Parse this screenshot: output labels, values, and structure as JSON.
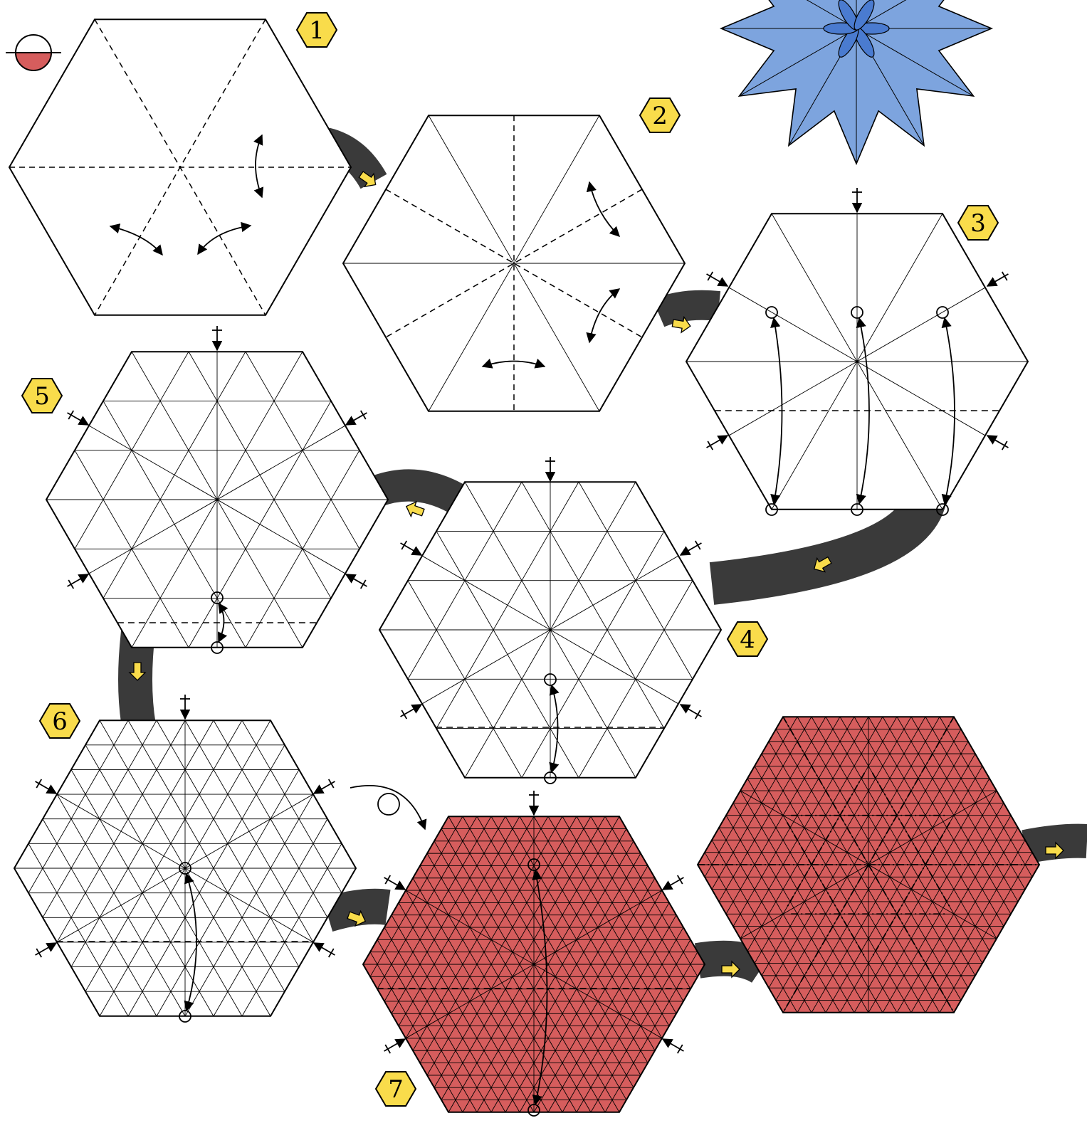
{
  "steps": [
    {
      "number": "1"
    },
    {
      "number": "2"
    },
    {
      "number": "3"
    },
    {
      "number": "4"
    },
    {
      "number": "5"
    },
    {
      "number": "6"
    },
    {
      "number": "7"
    }
  ],
  "colors": {
    "paper_front": "#ffffff",
    "paper_back": "#d65d5d",
    "badge": "#f9dc4b",
    "connector": "#3a3a3a",
    "model": "#7da4de",
    "arrow_fill": "#f9dc4b"
  },
  "icons": [
    "paper-side-icon",
    "move-arrow-icon",
    "turn-over-icon",
    "repeat-icon",
    "finished-model-icon"
  ]
}
